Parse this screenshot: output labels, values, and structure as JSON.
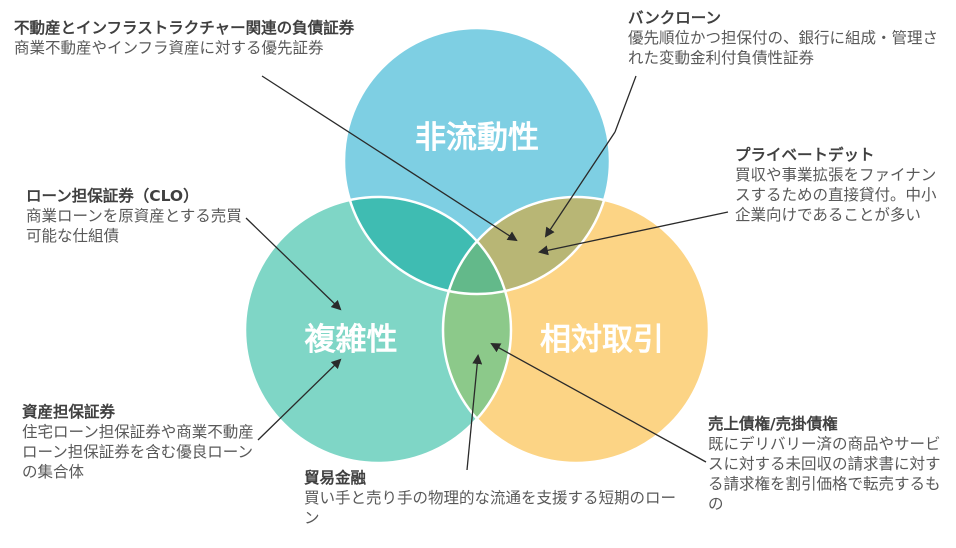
{
  "circles": {
    "illiquidity": {
      "label": "非流動性",
      "color": "#7ecfe3"
    },
    "complexity": {
      "label": "複雑性",
      "color": "#7fd6c6"
    },
    "bilateral": {
      "label": "相対取引",
      "color": "#fcd485"
    }
  },
  "overlap_colors": {
    "top_left": "#3fbcb2",
    "top_right": "#b8b675",
    "bottom": "#8cc98a",
    "center": "#63b98a"
  },
  "annotations": {
    "cre_infra": {
      "title": "不動産とインフラストラクチャー関連の負債証券",
      "desc": "商業不動産やインフラ資産に対する優先証券"
    },
    "bank_loans": {
      "title": "バンクローン",
      "desc": "優先順位かつ担保付の、銀行に組成・管理された変動金利付負債性証券"
    },
    "private_debt": {
      "title": "プライベートデット",
      "desc": "買収や事業拡張をファイナンスするための直接貸付。中小企業向けであることが多い"
    },
    "clo": {
      "title": "ローン担保証券（CLO）",
      "desc": "商業ローンを原資産とする売買可能な仕組債"
    },
    "abs": {
      "title": "資産担保証券",
      "desc": "住宅ローン担保証券や商業不動産ローン担保証券を含む優良ローンの集合体"
    },
    "trade_finance": {
      "title": "貿易金融",
      "desc": "買い手と売り手の物理的な流通を支援する短期のローン"
    },
    "receivables": {
      "title": "売上債権/売掛債権",
      "desc": "既にデリバリー済の商品やサービスに対する未回収の請求書に対する請求権を割引価格で転売するもの"
    }
  }
}
